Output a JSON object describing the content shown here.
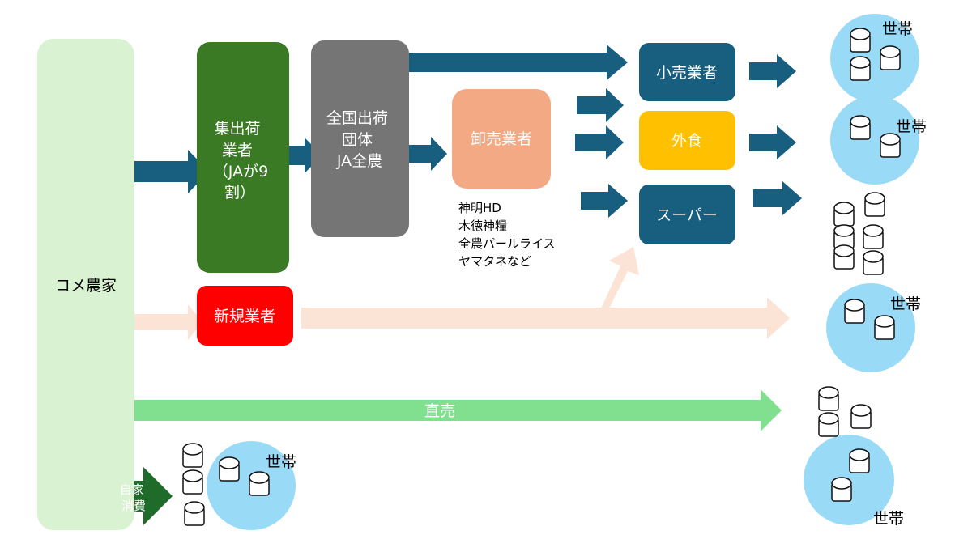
{
  "nodes": {
    "farmer": "コメ農家",
    "collector": [
      "集出荷",
      "業者",
      "（JAが9",
      "割）"
    ],
    "national": [
      "全国出荷",
      "団体",
      "JA全農"
    ],
    "wholesaler": "卸売業者",
    "wholesaler_examples": [
      "神明HD",
      "木徳神糧",
      "全農パールライス",
      "ヤマタネなど"
    ],
    "retailer": "小売業者",
    "restaurant": "外食",
    "supermarket": "スーパー",
    "new_entrant": "新規業者"
  },
  "flows": {
    "direct_sales": "直売",
    "self_consumption": [
      "自家",
      "消費"
    ]
  },
  "household_label": "世帯",
  "colors": {
    "farmer": "#d9f2d2",
    "collector": "#3b7a24",
    "national": "#757575",
    "wholesaler": "#f2a984",
    "retailer": "#175e7f",
    "restaurant": "#ffc000",
    "new_entrant": "#ff0000",
    "main_arrow": "#175e7f",
    "new_arrow": "#fbe3d6",
    "direct_arrow": "#80e090",
    "self_arrow": "#1e6b2a",
    "household": "#99dbf7"
  }
}
